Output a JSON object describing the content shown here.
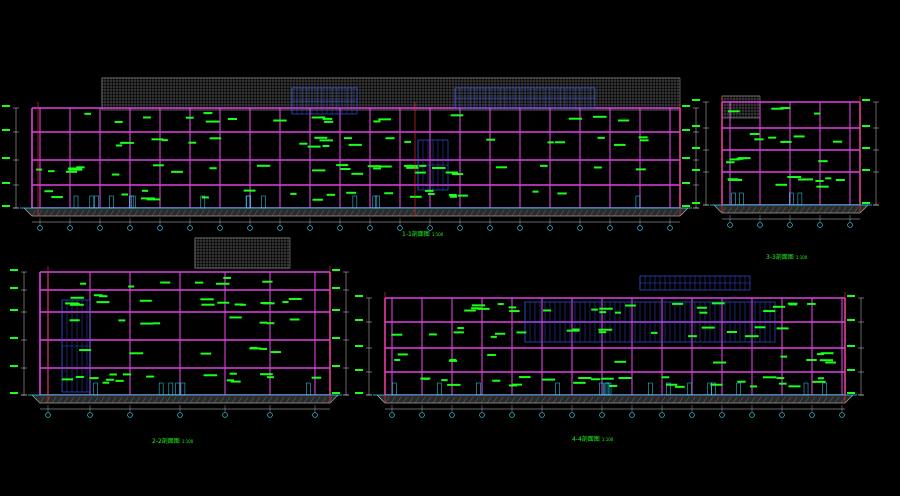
{
  "colors": {
    "background": "#000000",
    "frame": "#e040e0",
    "glass": "#3a5cff",
    "label": "#1aff1a",
    "grid": "#cfcfcf",
    "axis": "#ff3030",
    "dimension": "#ffffff",
    "cyan": "#30e0ff",
    "hatch": "#a0a0a0"
  },
  "sections": [
    {
      "id": "section-1",
      "title": "1-1剖面图",
      "scale": "1:100"
    },
    {
      "id": "section-3",
      "title": "3-3剖面图",
      "scale": "1:100"
    },
    {
      "id": "section-2",
      "title": "2-2剖面图",
      "scale": "1:100"
    },
    {
      "id": "section-4",
      "title": "4-4剖面图",
      "scale": "1:100"
    }
  ]
}
